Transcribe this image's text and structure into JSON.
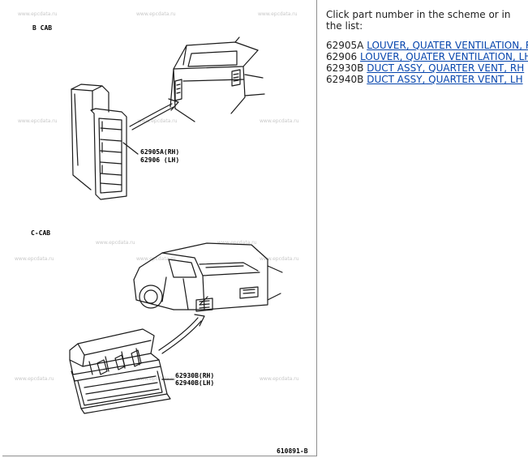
{
  "scheme": {
    "section_b_label": "B  CAB",
    "section_c_label": "C-CAB",
    "louver_codes": {
      "rh": "62905A(RH)",
      "lh": "62906  (LH)"
    },
    "duct_codes": {
      "rh": "62930B(RH)",
      "lh": "62940B(LH)"
    },
    "illustration_number": "610891-B",
    "watermark_text": "www.epcdata.ru"
  },
  "parts_list": {
    "intro": "Click part number in the scheme or in the list:",
    "items": [
      {
        "number": "62905A",
        "name": "LOUVER, QUATER VENTILATION, RH"
      },
      {
        "number": "62906",
        "name": "LOUVER, QUATER VENTILATION, LH"
      },
      {
        "number": "62930B",
        "name": "DUCT ASSY, QUARTER VENT, RH"
      },
      {
        "number": "62940B",
        "name": "DUCT ASSY, QUARTER VENT, LH"
      }
    ]
  },
  "colors": {
    "link": "#0645ad",
    "text": "#1f1f1f",
    "watermark": "#c8c8c8",
    "frame": "#8e8e8e"
  }
}
